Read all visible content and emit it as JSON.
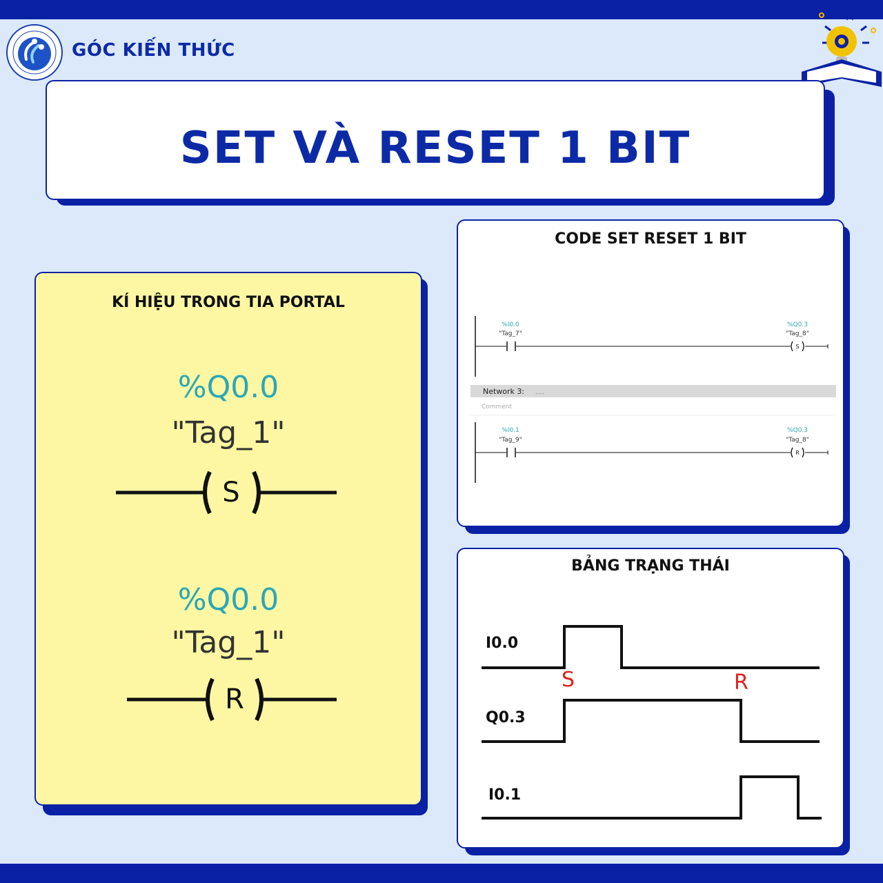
{
  "header": {
    "brand": "GÓC KIẾN THỨC",
    "logo_icon": "bktech-logo-icon",
    "decor_icon": "lightbulb-book-icon"
  },
  "title": "SET VÀ RESET 1 BIT",
  "symbols_panel": {
    "title": "KÍ HIỆU TRONG TIA PORTAL",
    "set": {
      "address": "%Q0.0",
      "tag": "\"Tag_1\"",
      "coil": "S"
    },
    "reset": {
      "address": "%Q0.0",
      "tag": "\"Tag_1\"",
      "coil": "R"
    }
  },
  "code_panel": {
    "title": "CODE SET RESET 1 BIT",
    "rung1": {
      "contact_address": "%I0.0",
      "contact_tag": "\"Tag_7\"",
      "coil_address": "%Q0.3",
      "coil_tag": "\"Tag_8\"",
      "coil": "S"
    },
    "network": {
      "label": "Network 3:",
      "dots": ".....",
      "comment": "Comment"
    },
    "rung2": {
      "contact_address": "%I0.1",
      "contact_tag": "\"Tag_9\"",
      "coil_address": "%Q0.3",
      "coil_tag": "\"Tag_8\"",
      "coil": "R"
    }
  },
  "timing_panel": {
    "title": "BẢNG TRẠNG THÁI",
    "signals": [
      "I0.0",
      "Q0.3",
      "I0.1"
    ],
    "marks": {
      "set": "S",
      "reset": "R"
    }
  },
  "colors": {
    "navy": "#0a21a6",
    "page_bg": "#dbe9fb",
    "symbols_bg": "#fdf7a3",
    "address": "#2aa7b8",
    "mark": "#e02020"
  }
}
